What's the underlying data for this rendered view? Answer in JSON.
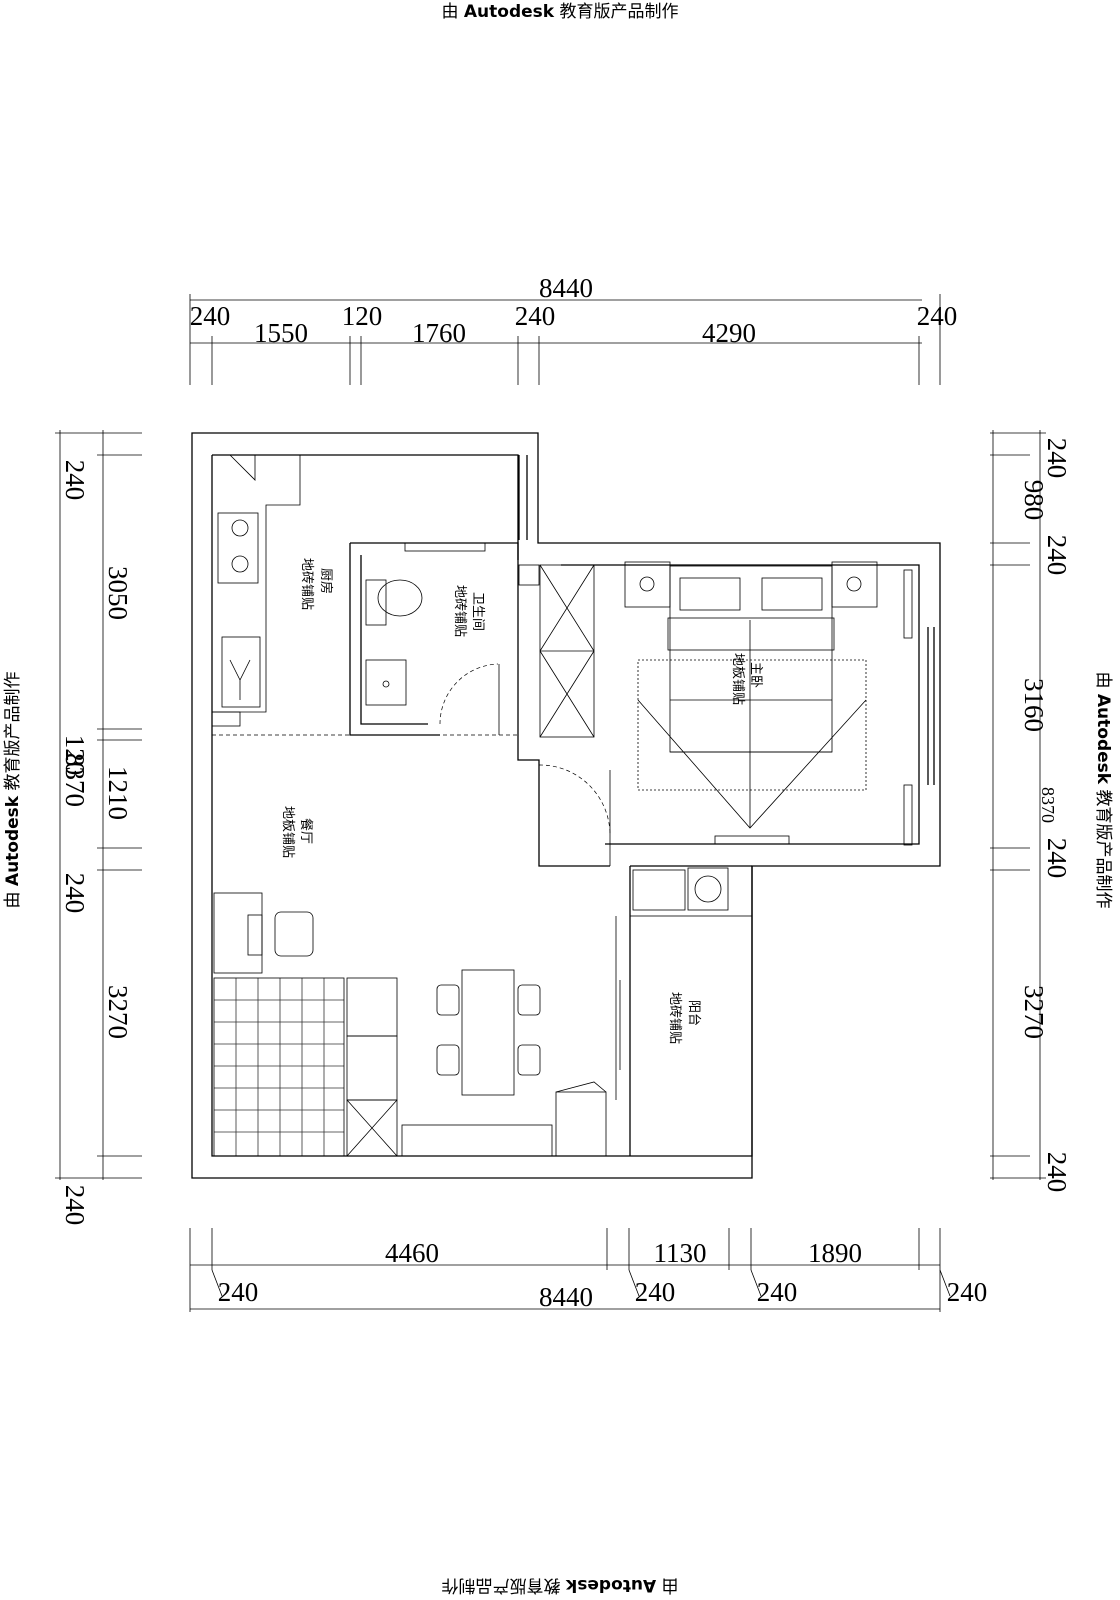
{
  "watermark": {
    "prefix": "由",
    "brand": "Autodesk",
    "suffix": "教育版产品制作"
  },
  "dimensions": {
    "top_total": "8440",
    "top_row1": [
      "240",
      "120",
      "240",
      "240"
    ],
    "top_row2": [
      "1550",
      "1760",
      "4290"
    ],
    "bottom_row1": [
      "4460",
      "1130",
      "1890"
    ],
    "bottom_row2": [
      "240",
      "240",
      "240",
      "240"
    ],
    "bottom_total": "8440",
    "left": [
      "240",
      "3050",
      "120",
      "1210",
      "8370",
      "240",
      "3270",
      "240"
    ],
    "right": [
      "240",
      "980",
      "240",
      "3160",
      "8370",
      "240",
      "3270",
      "240"
    ]
  },
  "rooms": {
    "kitchen": {
      "name": "厨房",
      "floor": "地砖铺贴"
    },
    "bathroom": {
      "name": "卫生间",
      "floor": "地砖铺贴"
    },
    "master_bedroom": {
      "name": "主卧",
      "floor": "地板铺贴"
    },
    "dining": {
      "name": "餐厅",
      "floor": "地板铺贴"
    },
    "balcony": {
      "name": "阳台",
      "floor": "地砖铺贴"
    }
  }
}
